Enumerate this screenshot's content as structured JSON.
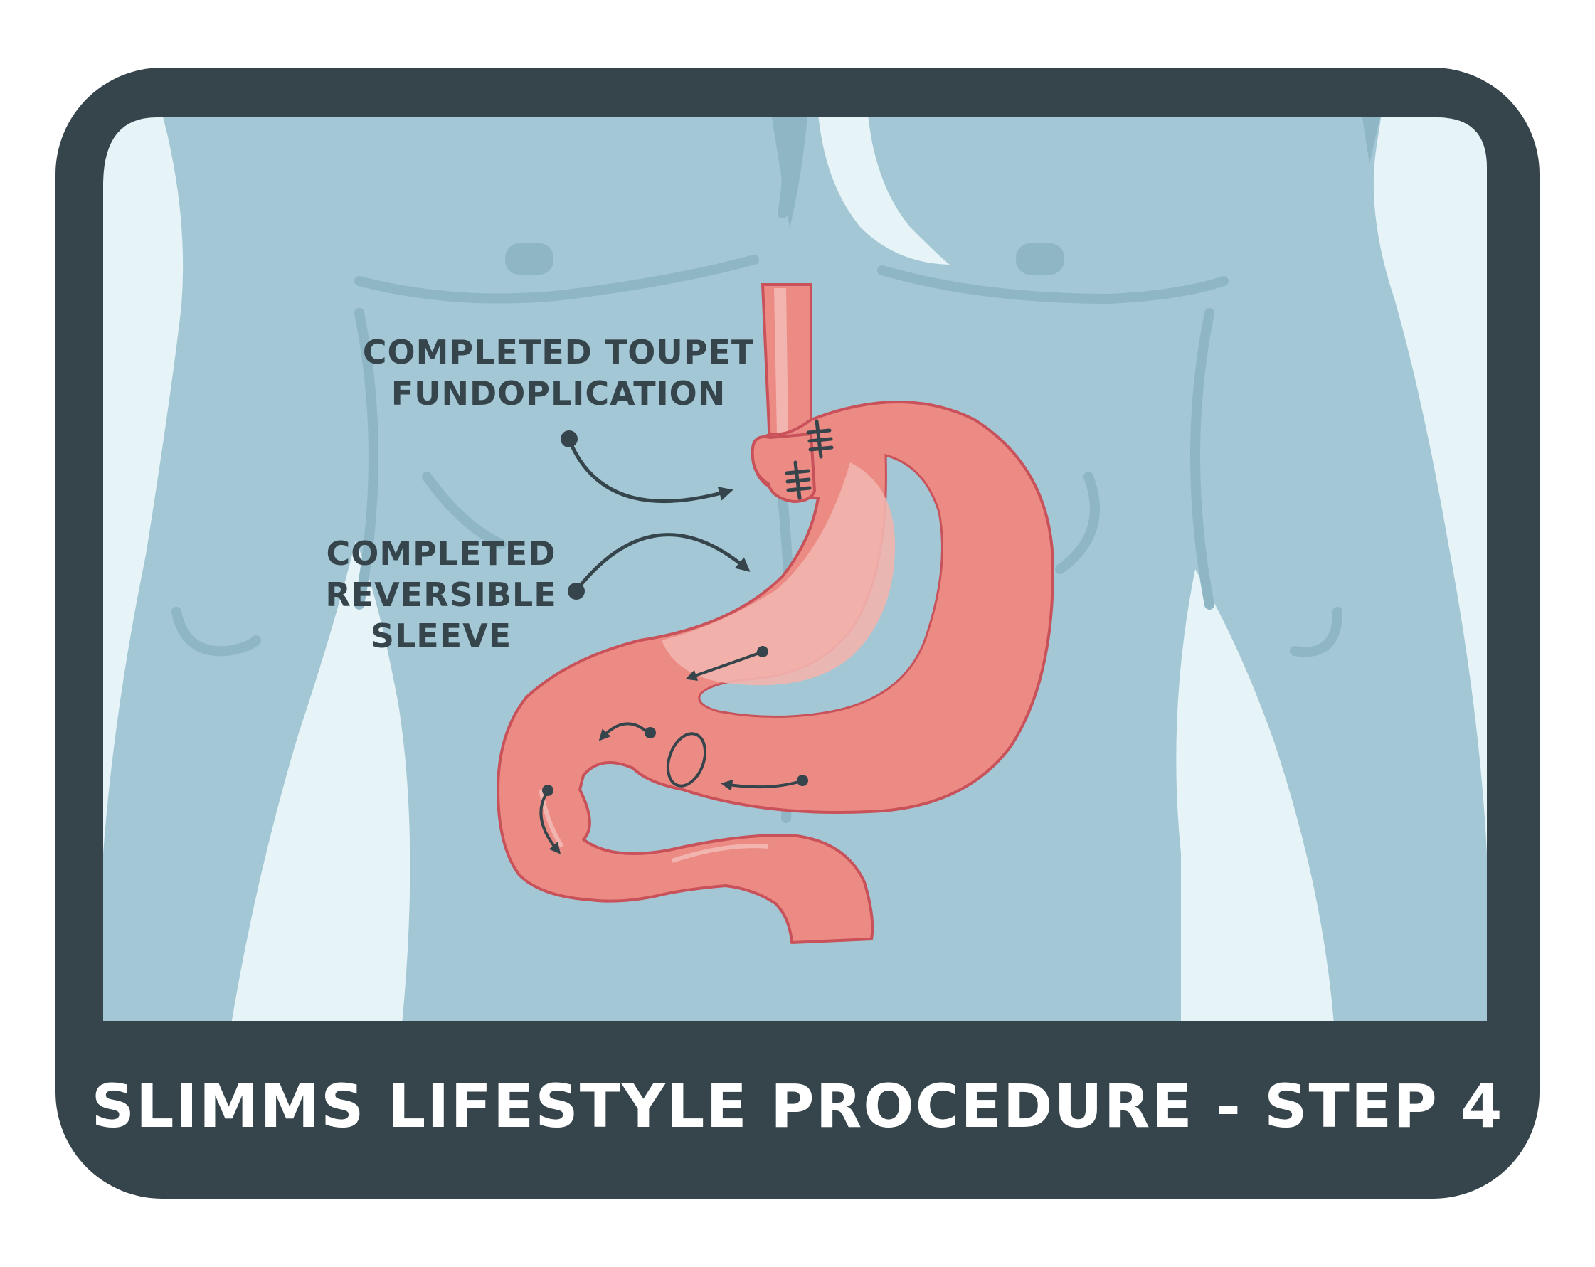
{
  "title": "SLIMMS LIFESTYLE PROCEDURE - STEP 4",
  "labels": {
    "toupet": [
      "COMPLETED TOUPET",
      "FUNDOPLICATION"
    ],
    "sleeve": [
      "COMPLETED",
      "REVERSIBLE",
      "SLEEVE"
    ]
  },
  "colors": {
    "frame": "#36454b",
    "body": "#a3c7d4",
    "body_shadow": "#8fb6c5",
    "background": "#e6f3f7",
    "stomach": "#ec8a84",
    "stomach_light": "#f2b4ae",
    "stomach_outline": "#c9525a",
    "text_dark": "#36454b",
    "text_light": "#ffffff"
  }
}
